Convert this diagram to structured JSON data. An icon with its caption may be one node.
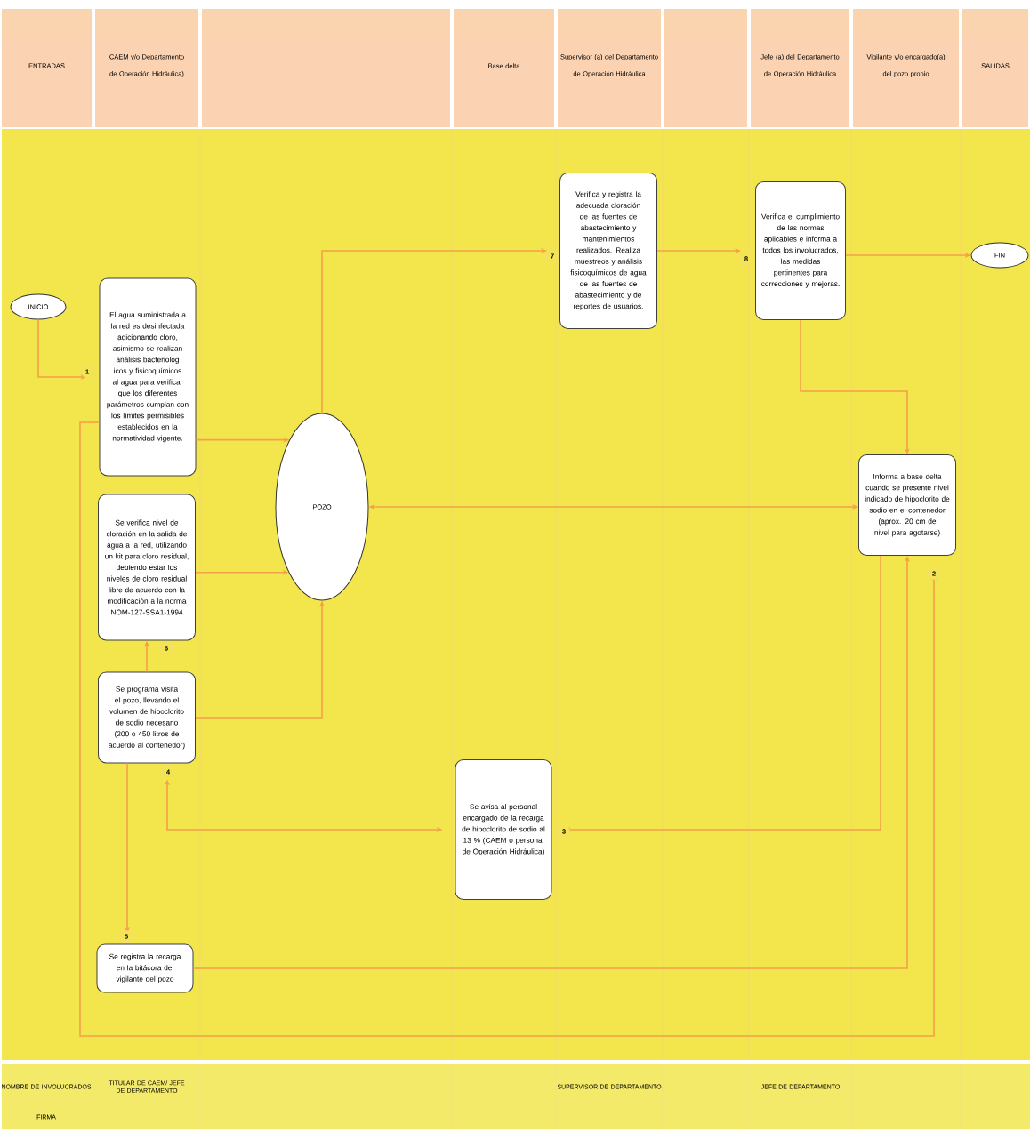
{
  "diagram": {
    "nodes": [
      {
        "text": [
          "INICIO"
        ]
      },
      {
        "text": [
          "El agua suministrada a la red es desinfectada adicionando cloro, asimismo se realizan análisis bacteriológ icos y fisicoquímicos al agua para verificar que los diferentes parámetros cumplan con los límites permisibles establecidos en la normatividad vigente."
        ],
        "beside": [
          "1"
        ]
      },
      {
        "text": [
          "POZO"
        ]
      },
      {
        "text": [
          "Se verifica nivel de cloración en la salida de agua a la red, utilizando un kit para cloro residual, debiendo estar los niveles de cloro residual libre de acuerdo con la modificación a la norma NOM-127-SSA1-1994"
        ],
        "beside": [
          "6"
        ]
      },
      {
        "text": [
          "Se programa visita el pozo, llevando el volumen de hipoclorito de sodio necesario (200 o 450 litros de acuerdo al contenedor)"
        ],
        "beside": [
          "4"
        ]
      },
      {
        "text": [
          "Se registra la recarga en la bitácora del vigilante del pozo"
        ],
        "beside": [
          "5"
        ]
      },
      {
        "text": [
          "Se avisa al personal encargado de la recarga de hipoclorito de sodio al 13 % (CAEM o personal de Operación Hidráulica)"
        ],
        "beside": [
          "3"
        ]
      },
      {
        "text": [
          "Verifica y registra la adecuada cloración de las fuentes de abastecimiento y mantenimientos realizados. Realiza muestreos y análisis fisicoquímicos de agua de las fuentes de abastecimiento y de reportes de usuarios."
        ],
        "beside": [
          "7"
        ]
      },
      {
        "text": [
          "Verifica el cumplimiento de las normas aplicables e informa a todos los involucrados, las medidas pertinentes para correcciones y mejoras."
        ],
        "beside": [
          "8"
        ]
      },
      {
        "text": [
          "FIN"
        ]
      },
      {
        "text": [
          "Informa a base delta cuando se presente nivel indicado de hipoclorito de sodio en el contenedor (aprox. 20 cm de nivel para agotarse)"
        ],
        "beside": [
          "2"
        ]
      }
    ],
    "edges": [
      {
        "from": 0,
        "to": 1,
        "arrow": "to"
      },
      {
        "from": 1,
        "to": 2,
        "arrow": "to"
      },
      {
        "from": 3,
        "to": 2,
        "arrow": "to"
      },
      {
        "from": 4,
        "to": 2,
        "arrow": "to"
      },
      {
        "from": 4,
        "to": 3,
        "arrow": "to"
      },
      {
        "from": 4,
        "to": 5,
        "arrow": "to"
      },
      {
        "from": 2,
        "to": 7,
        "arrow": "to"
      },
      {
        "from": 7,
        "to": 8,
        "arrow": "to"
      },
      {
        "from": 8,
        "to": 9,
        "arrow": "to"
      },
      {
        "from": 8,
        "to": 10,
        "arrow": "to"
      },
      {
        "from": 2,
        "to": 10,
        "arrow": "both"
      },
      {
        "from": 10,
        "to": 6,
        "arrow": "to"
      },
      {
        "from": 6,
        "to": 4,
        "arrow": "both"
      },
      {
        "from": 5,
        "to": 10,
        "arrow": "to"
      },
      {
        "from": 1,
        "to": 10,
        "arrow": "to"
      }
    ],
    "labels": [
      "ENTRADAS",
      "CAEM y/o Departamento de Operación Hidráulica)",
      "Base delta",
      "Supervisor (a) del Departamento de Operación Hidráulica",
      "Jefe (a) del Departamento de Operación Hidráulica",
      "Vigilante y/o encargado(a) del pozo propio",
      "SALIDAS",
      "NOMBRE DE INVOLUCRADOS",
      "TITULAR DE CAEM/ JEFE DE DEPARTAMENTO",
      "SUPERVISOR DE DEPARTAMENTO",
      "JEFE DE DEPARTAMENTO",
      "FIRMA"
    ]
  }
}
